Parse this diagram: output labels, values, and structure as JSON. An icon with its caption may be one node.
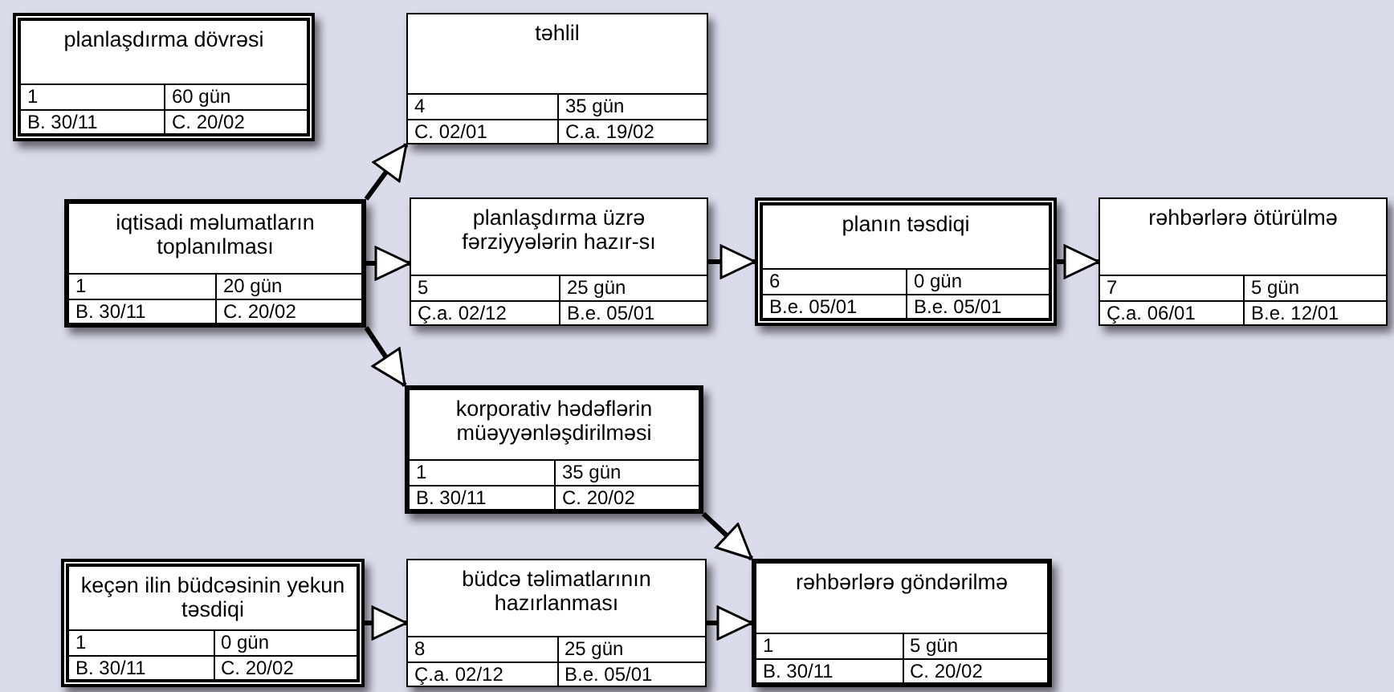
{
  "diagram": {
    "nodes": [
      {
        "text": [
          "planlaşdırma dövrəsi",
          "1",
          "60 gün",
          "B. 30/11",
          "C. 20/02"
        ]
      },
      {
        "text": [
          "təhlil",
          "4",
          "35 gün",
          "C. 02/01",
          "C.a. 19/02"
        ]
      },
      {
        "text": [
          "iqtisadi məlumatların toplanılması",
          "1",
          "20 gün",
          "B. 30/11",
          "C. 20/02"
        ]
      },
      {
        "text": [
          "planlaşdırma üzrə fərziyyələrin hazır-sı",
          "5",
          "25 gün",
          "Ç.a. 02/12",
          "B.e. 05/01"
        ]
      },
      {
        "text": [
          "planın təsdiqi",
          "6",
          "0 gün",
          "B.e. 05/01",
          "B.e. 05/01"
        ]
      },
      {
        "text": [
          "rəhbərlərə ötürülmə",
          "7",
          "5 gün",
          "Ç.a. 06/01",
          "B.e. 12/01"
        ]
      },
      {
        "text": [
          "korporativ hədəflərin müəyyənləşdirilməsi",
          "1",
          "35 gün",
          "B. 30/11",
          "C. 20/02"
        ]
      },
      {
        "text": [
          "keçən ilin büdcəsinin yekun təsdiqi",
          "1",
          "0 gün",
          "B. 30/11",
          "C. 20/02"
        ]
      },
      {
        "text": [
          "büdcə təlimatlarının hazırlanması",
          "8",
          "25 gün",
          "Ç.a. 02/12",
          "B.e. 05/01"
        ]
      },
      {
        "text": [
          "rəhbərlərə göndərilmə",
          "1",
          "5 gün",
          "B. 30/11",
          "C. 20/02"
        ]
      }
    ],
    "edges": [
      {
        "from": 2,
        "to": 1,
        "arrow": "to"
      },
      {
        "from": 2,
        "to": 3,
        "arrow": "to"
      },
      {
        "from": 3,
        "to": 4,
        "arrow": "to"
      },
      {
        "from": 4,
        "to": 5,
        "arrow": "to"
      },
      {
        "from": 2,
        "to": 6,
        "arrow": "to"
      },
      {
        "from": 6,
        "to": 9,
        "arrow": "to"
      },
      {
        "from": 7,
        "to": 8,
        "arrow": "to"
      },
      {
        "from": 8,
        "to": 9,
        "arrow": "to"
      }
    ]
  }
}
